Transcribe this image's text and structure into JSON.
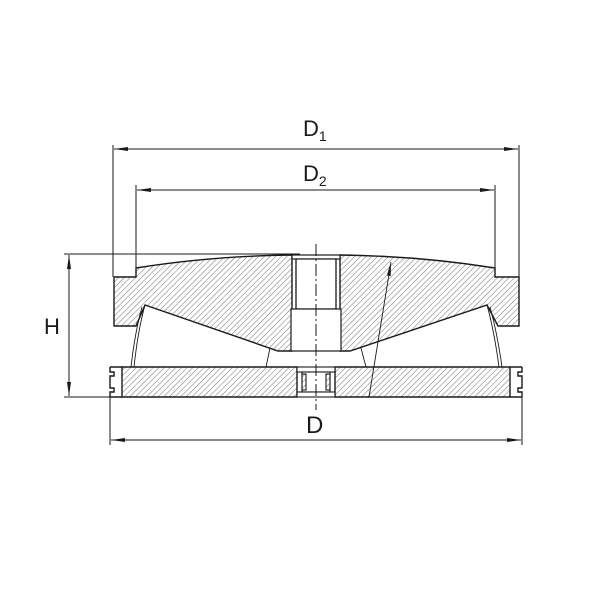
{
  "diagram": {
    "type": "technical-cross-section",
    "subject": "leveling mount / machine foot (sectional view)",
    "colors": {
      "line": "#1a1a1a",
      "hatch": "#333333",
      "background": "#ffffff"
    }
  },
  "dimensions": {
    "d1": {
      "base": "D",
      "sub": "1"
    },
    "d2": {
      "base": "D",
      "sub": "2"
    },
    "h": {
      "label": "H"
    },
    "d": {
      "label": "D"
    }
  }
}
